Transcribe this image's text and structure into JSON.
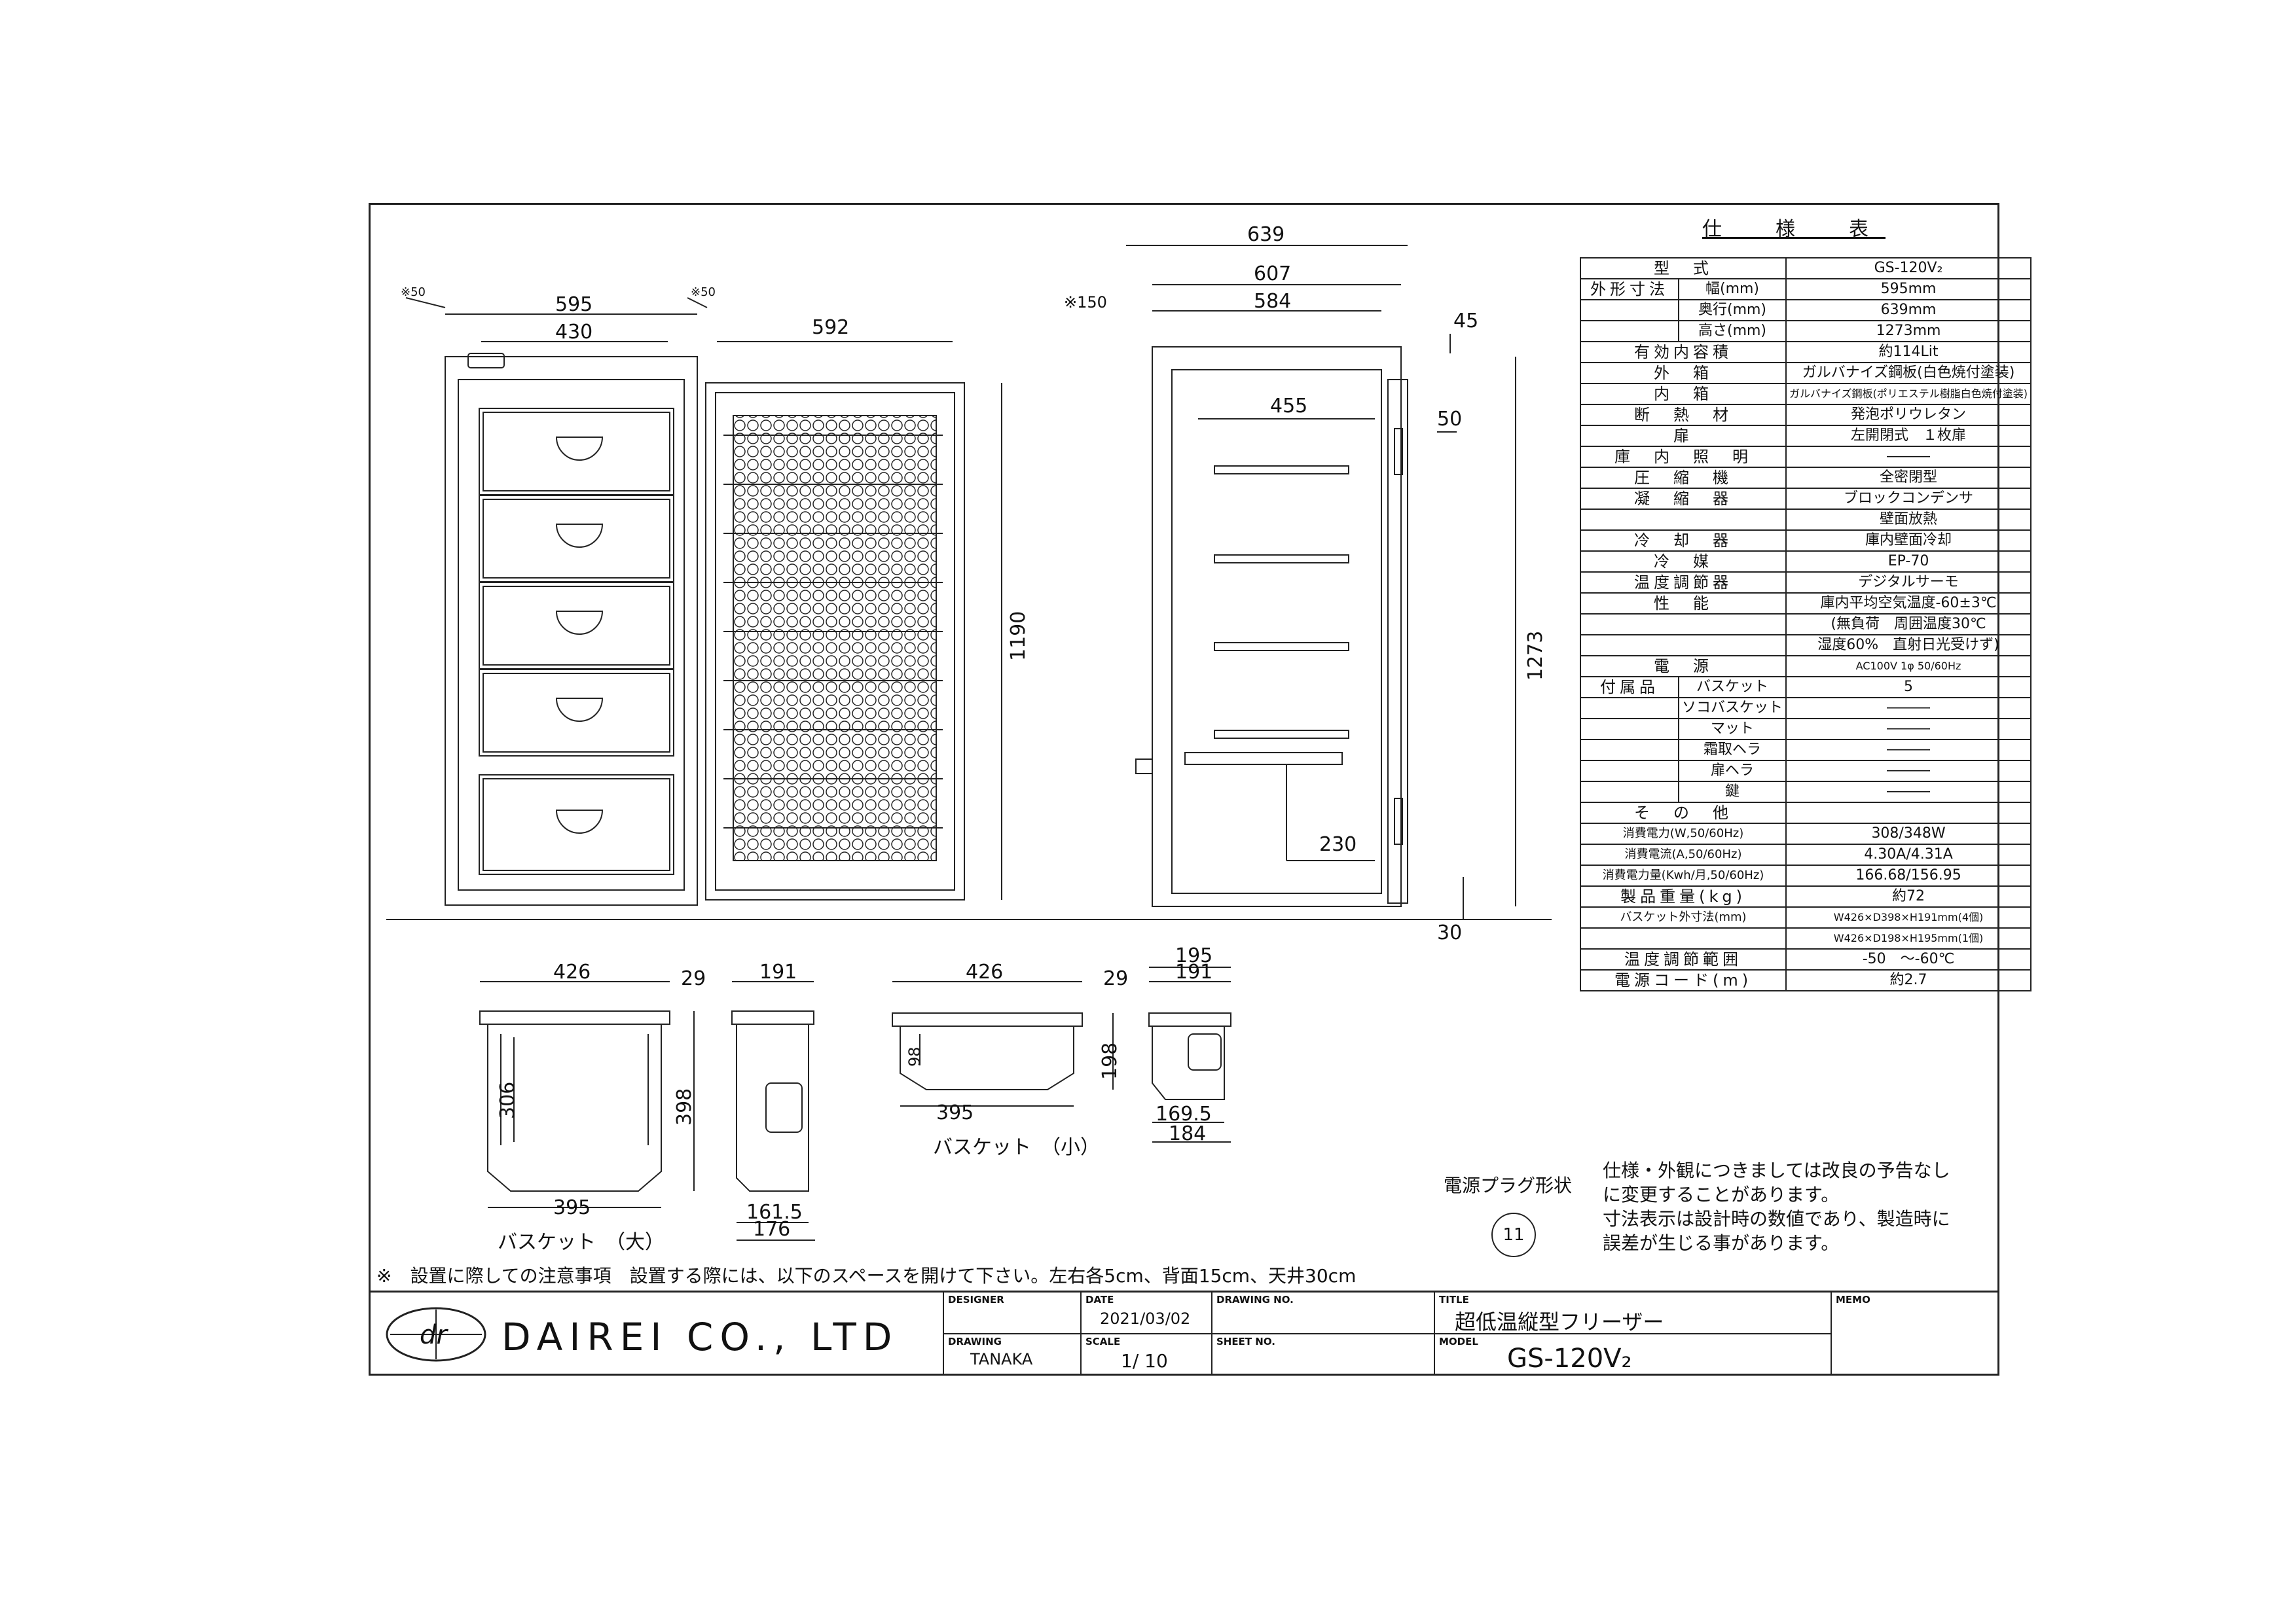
{
  "spec": {
    "title": "仕　様　表",
    "rows": [
      {
        "label": "型　式",
        "value": "GS-120V₂"
      },
      {
        "label": "外形寸法",
        "sub": "幅(mm)",
        "value": "595mm"
      },
      {
        "label": "",
        "sub": "奥行(mm)",
        "value": "639mm"
      },
      {
        "label": "",
        "sub": "高さ(mm)",
        "value": "1273mm"
      },
      {
        "label": "有効内容積",
        "value": "約114Lit"
      },
      {
        "label": "外　箱",
        "value": "ガルバナイズ鋼板(白色焼付塗装)"
      },
      {
        "label": "内　箱",
        "value": "ガルバナイズ鋼板(ポリエステル樹脂白色焼付塗装)"
      },
      {
        "label": "断　熱　材",
        "value": "発泡ポリウレタン"
      },
      {
        "label": "扉",
        "value": "左開閉式　１枚扉"
      },
      {
        "label": "庫　内　照　明",
        "value": "―――"
      },
      {
        "label": "圧　縮　機",
        "value": "全密閉型"
      },
      {
        "label": "凝　縮　器",
        "value": "ブロックコンデンサ"
      },
      {
        "label": "",
        "value": "壁面放熱"
      },
      {
        "label": "冷　却　器",
        "value": "庫内壁面冷却"
      },
      {
        "label": "冷　媒",
        "value": "EP-70"
      },
      {
        "label": "温度調節器",
        "value": "デジタルサーモ"
      },
      {
        "label": "性　能",
        "value": "庫内平均空気温度-60±3℃"
      },
      {
        "label": "",
        "value": "(無負荷　周囲温度30℃"
      },
      {
        "label": "",
        "value": "湿度60%　直射日光受けず)"
      },
      {
        "label": "電　源",
        "value": "AC100V 1φ 50/60Hz"
      },
      {
        "label": "付属品",
        "sub": "バスケット",
        "value": "5"
      },
      {
        "label": "",
        "sub": "ソコバスケット",
        "value": "―――"
      },
      {
        "label": "",
        "sub": "マット",
        "value": "―――"
      },
      {
        "label": "",
        "sub": "霜取ヘラ",
        "value": "―――"
      },
      {
        "label": "",
        "sub": "扉ヘラ",
        "value": "―――"
      },
      {
        "label": "",
        "sub": "鍵",
        "value": "―――"
      },
      {
        "label": "そ　の　他",
        "value": ""
      },
      {
        "label": "消費電力(W,50/60Hz)",
        "value": "308/348W"
      },
      {
        "label": "消費電流(A,50/60Hz)",
        "value": "4.30A/4.31A"
      },
      {
        "label": "消費電力量(Kwh/月,50/60Hz)",
        "value": "166.68/156.95"
      },
      {
        "label": "製品重量(kg)",
        "value": "約72"
      },
      {
        "label": "バスケット外寸法(mm)",
        "value": "W426×D398×H191mm(4個)"
      },
      {
        "label": "",
        "value": "W426×D198×H195mm(1個)"
      },
      {
        "label": "温度調節範囲",
        "value": "-50　～-60℃"
      },
      {
        "label": "電源コード(m)",
        "value": "約2.7"
      }
    ]
  },
  "dims": {
    "front": {
      "w595": "595",
      "w430": "430",
      "w592": "592",
      "h1190": "1190",
      "c50a": "※50",
      "c50b": "※50"
    },
    "side": {
      "d639": "639",
      "d607": "607",
      "d584": "584",
      "c150": "※150",
      "d45": "45",
      "d455": "455",
      "d50": "50",
      "h1273": "1273",
      "d230": "230",
      "d30": "30"
    },
    "basket_large": {
      "w426": "426",
      "d29": "29",
      "d191": "191",
      "w395": "395",
      "h306": "306",
      "h398": "398",
      "d161": "161.5",
      "d176": "176",
      "label": "バスケット　（大）"
    },
    "basket_small": {
      "w426": "426",
      "d29": "29",
      "d195": "195",
      "d191": "191",
      "h98": "98",
      "h198": "198",
      "w395": "395",
      "d169": "169.5",
      "d184": "184",
      "label": "バスケット　（小）"
    }
  },
  "plug": {
    "label": "電源プラグ形状",
    "symbol": "11"
  },
  "notes": [
    "仕様・外観につきましては改良の予告なし",
    "に変更することがあります。",
    "寸法表示は設計時の数値であり、製造時に",
    "誤差が生じる事があります。"
  ],
  "install_note": "※　設置に際しての注意事項　設置する際には、以下のスペースを開けて下さい。左右各5cm、背面15cm、天井30cm",
  "title_block": {
    "company": "DAIREI CO., LTD",
    "logo_text": "dr",
    "designer_head": "DESIGNER",
    "date_head": "DATE",
    "date": "2021/03/02",
    "drawing_no_head": "DRAWING NO.",
    "title_head": "TITLE",
    "title": "超低温縦型フリーザー",
    "memo_head": "MEMO",
    "drawing_head": "DRAWING",
    "drawing": "TANAKA",
    "scale_head": "SCALE",
    "scale": "1/ 10",
    "sheet_no_head": "SHEET NO.",
    "model_head": "MODEL",
    "model": "GS-120V₂"
  }
}
